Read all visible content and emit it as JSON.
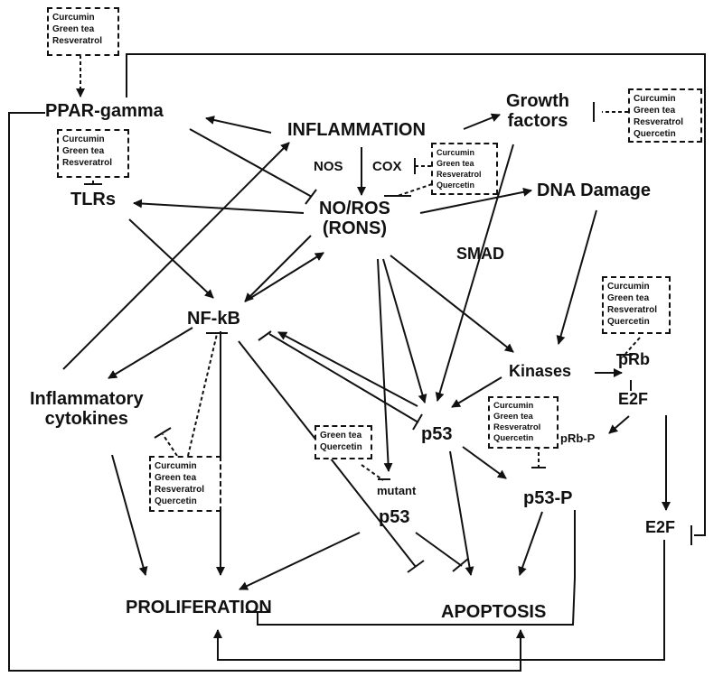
{
  "nodes": {
    "ppar_gamma": "PPAR-gamma",
    "inflammation": "INFLAMMATION",
    "growth_factors_1": "Growth",
    "growth_factors_2": "factors",
    "nos": "NOS",
    "cox": "COX",
    "tlrs": "TLRs",
    "no_ros": "NO/ROS",
    "rons": "(RONS)",
    "dna_damage": "DNA Damage",
    "smad": "SMAD",
    "nf_kb": "NF-kB",
    "kinases": "Kinases",
    "prb": "pRb",
    "e2f_top": "E2F",
    "inflammatory_cytokines_1": "Inflammatory",
    "inflammatory_cytokines_2": "cytokines",
    "p53": "p53",
    "prb_p": "pRb-P",
    "mutant": "mutant",
    "mutant_p53": "p53",
    "p53_p": "p53-P",
    "e2f_bottom": "E2F",
    "proliferation": "PROLIFERATION",
    "apoptosis": "APOPTOSIS"
  },
  "boxes": {
    "top_left": [
      "Curcumin",
      "Green tea",
      "Resveratrol"
    ],
    "ppar_below": [
      "Curcumin",
      "Green tea",
      "Resveratrol"
    ],
    "cox_box": [
      "Curcumin",
      "Green tea",
      "Resveratrol",
      "Quercetin"
    ],
    "growth_box": [
      "Curcumin",
      "Green tea",
      "Resveratrol",
      "Quercetin"
    ],
    "prb_box": [
      "Curcumin",
      "Green tea",
      "Resveratrol",
      "Quercetin"
    ],
    "p53p_box": [
      "Curcumin",
      "Green tea",
      "Resveratrol",
      "Quercetin"
    ],
    "mutant_box": [
      "Green tea",
      "Quercetin"
    ],
    "nfkb_box": [
      "Curcumin",
      "Green tea",
      "Resveratrol",
      "Quercetin"
    ]
  }
}
